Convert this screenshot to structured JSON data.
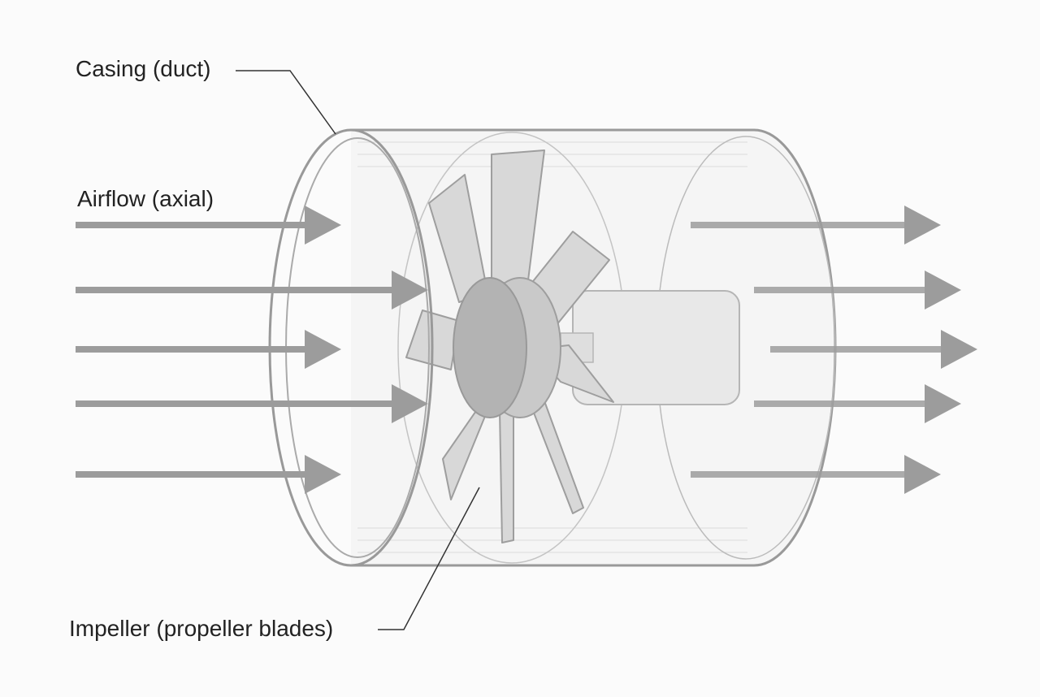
{
  "labels": {
    "casing": "Casing (duct)",
    "airflow": "Airflow (axial)",
    "impeller": "Impeller (propeller blades)"
  },
  "colors": {
    "outline": "#9a9a9a",
    "arrow": "#9c9c9c",
    "hub": "#b3b3b3",
    "blade": "#d6d6d6",
    "motor": "#e6e6e6",
    "text": "#222222"
  }
}
